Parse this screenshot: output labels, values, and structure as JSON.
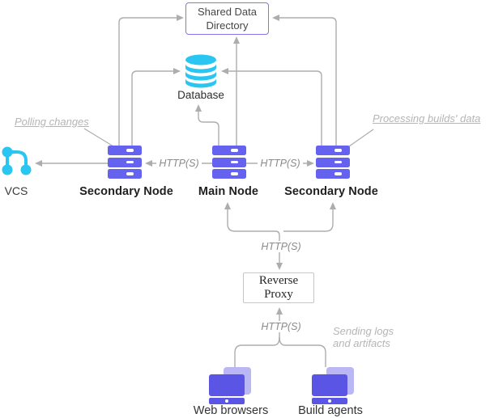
{
  "diagram": {
    "shared_data_directory": "Shared Data Directory",
    "database": "Database",
    "vcs": "VCS",
    "secondary_node_left": "Secondary Node",
    "main_node": "Main Node",
    "secondary_node_right": "Secondary Node",
    "reverse_proxy": "Reverse Proxy",
    "web_browsers": "Web browsers",
    "build_agents": "Build agents"
  },
  "edge_labels": {
    "http_main_to_left": "HTTP(S)",
    "http_main_to_right": "HTTP(S)",
    "http_proxy_nodes": "HTTP(S)",
    "http_agents_proxy": "HTTP(S)"
  },
  "annotations": {
    "polling_changes": "Polling changes",
    "processing_builds_data": "Processing builds' data",
    "sending_logs_and_artifacts": "Sending logs and artifacts"
  },
  "icons": {
    "database": "database-cylinder-icon",
    "vcs": "git-branch-icon",
    "server": "server-stack-icon",
    "monitor": "computer-monitor-icon"
  },
  "colors": {
    "node_purple": "#6462EE",
    "monitor_purple": "#5B55E6",
    "lavender": "#BBB6F4",
    "accent_cyan": "#29C6F2",
    "box_border_purple": "#8A70F2",
    "connector_gray": "#ADADAD",
    "annotation_gray": "#B5B5B5",
    "http_gray": "#8A8A8A"
  }
}
